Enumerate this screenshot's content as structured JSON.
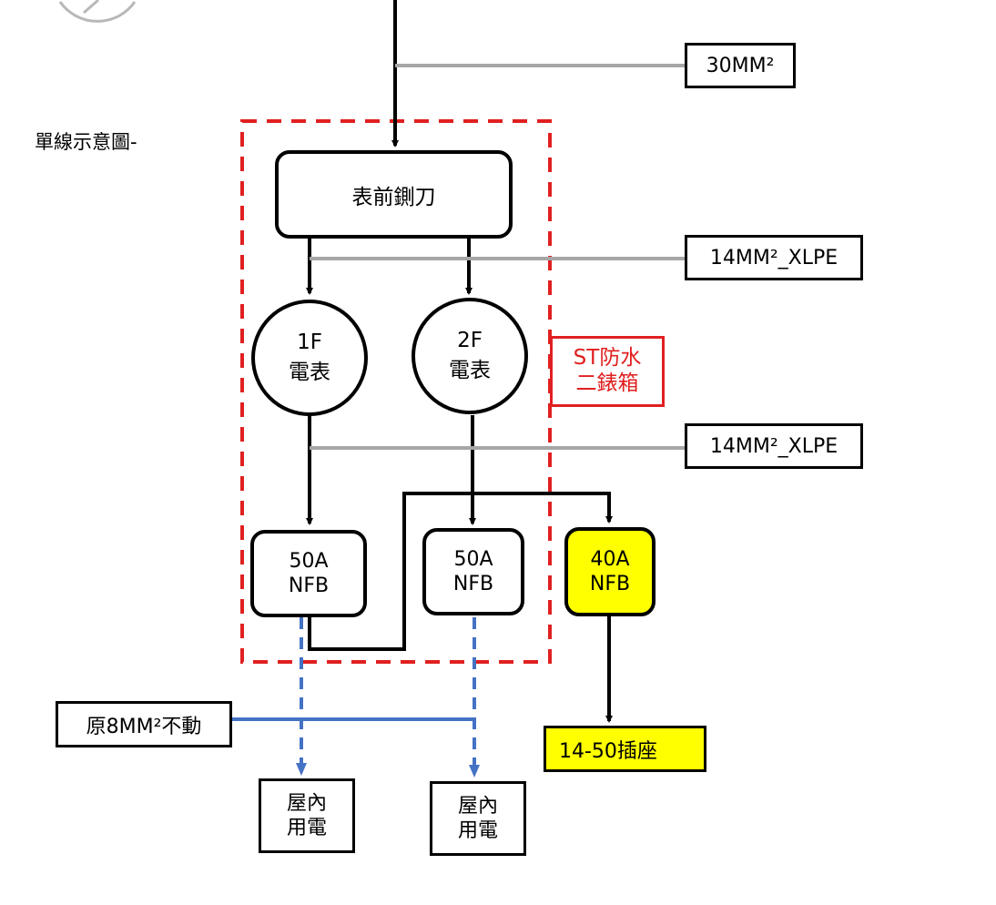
{
  "diagram": {
    "title": "單線示意圖-",
    "labels": {
      "cable_main": "30MM²",
      "cable_upper": "14MM²_XLPE",
      "cable_lower": "14MM²_XLPE",
      "existing": "原8MM²不動"
    },
    "nodes": {
      "main_switch": "表前鍘刀",
      "meter_1f": {
        "line1": "1F",
        "line2": "電表"
      },
      "meter_2f": {
        "line1": "2F",
        "line2": "電表"
      },
      "nfb_left": {
        "line1": "50A",
        "line2": "NFB"
      },
      "nfb_mid": {
        "line1": "50A",
        "line2": "NFB"
      },
      "nfb_right": {
        "line1": "40A",
        "line2": "NFB"
      },
      "socket": "14-50插座",
      "indoor_left": {
        "line1": "屋內",
        "line2": "用電"
      },
      "indoor_right": {
        "line1": "屋內",
        "line2": "用電"
      }
    },
    "enclosure": {
      "line1": "ST防水",
      "line2": "二錶箱"
    },
    "colors": {
      "line": "#000000",
      "cable_tap": "#a6a6a6",
      "existing_wire": "#4472c4",
      "enclosure": "#e02020",
      "highlight": "#ffff00"
    }
  }
}
